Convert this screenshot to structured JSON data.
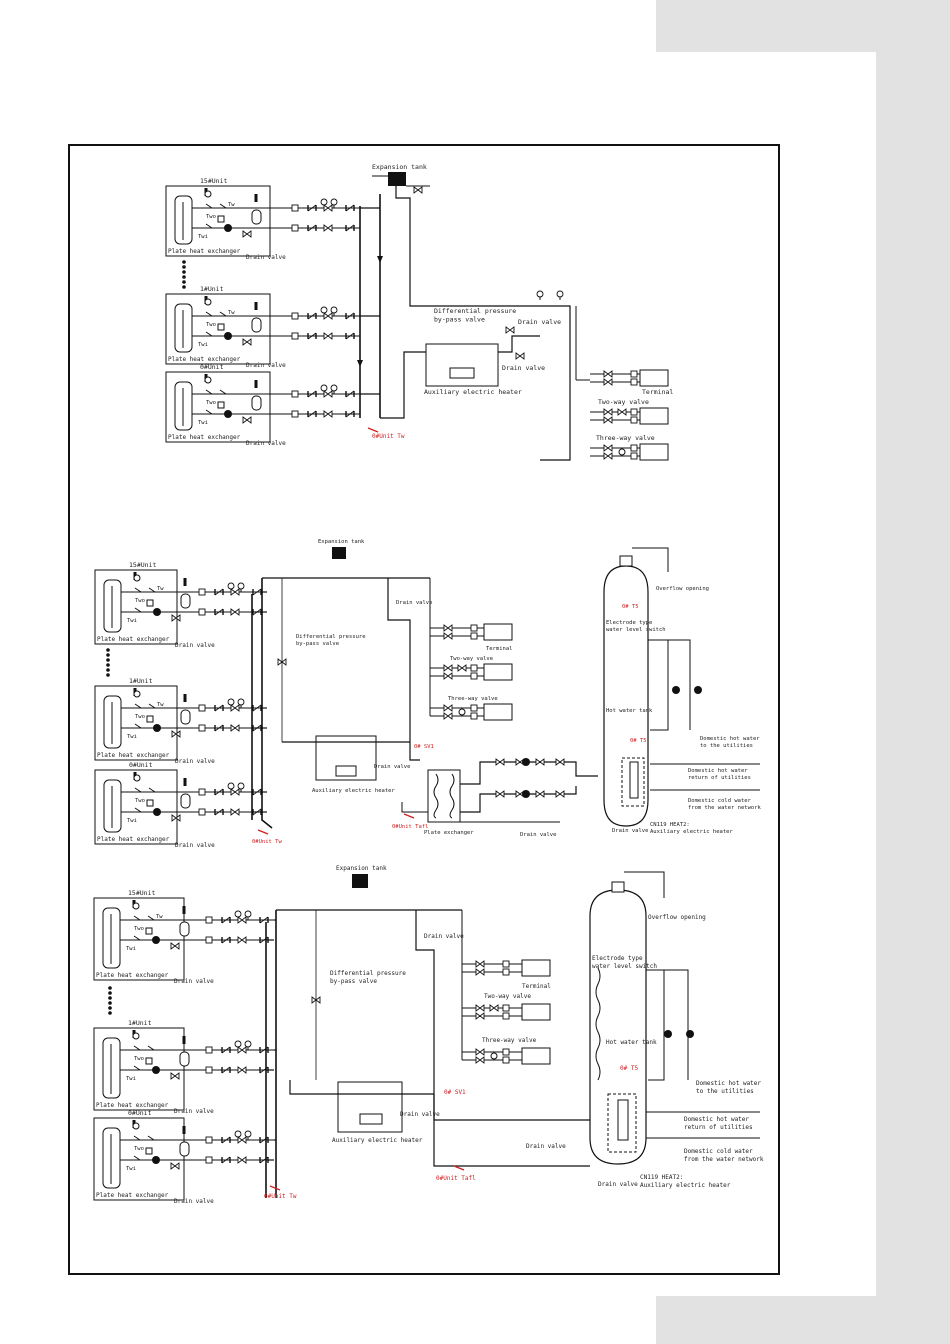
{
  "diagrams": [
    {
      "units": [
        {
          "name": "15#Unit",
          "exchanger": "Plate heat exchanger",
          "twi": "Twi",
          "two": "Two",
          "tw": "Tw",
          "drain": "Drain valve"
        },
        {
          "name": "1#Unit",
          "exchanger": "Plate heat exchanger",
          "twi": "Twi",
          "two": "Two",
          "tw": "Tw",
          "drain": "Drain valve"
        },
        {
          "name": "0#Unit",
          "exchanger": "Plate heat exchanger",
          "twi": "Twi",
          "two": "Two",
          "tw": "",
          "drain": "Drain valve"
        }
      ],
      "expansion_tank": "Expansion tank",
      "bypass_valve": "Differential pressure\nby-pass valve",
      "drain_valve_1": "Drain valve",
      "drain_valve_2": "Drain valve",
      "aux_heater": "Auxiliary electric heater",
      "terminal": "Terminal",
      "two_way_valve": "Two-way valve",
      "three_way_valve": "Three-way valve",
      "unit_tw": "0#Unit Tw"
    },
    {
      "units": [
        {
          "name": "15#Unit",
          "exchanger": "Plate heat exchanger",
          "twi": "Twi",
          "two": "Two",
          "tw": "Tw",
          "drain": "Drain valve"
        },
        {
          "name": "1#Unit",
          "exchanger": "Plate heat exchanger",
          "twi": "Twi",
          "two": "Two",
          "tw": "Tw",
          "drain": "Drain valve"
        },
        {
          "name": "0#Unit",
          "exchanger": "Plate heat exchanger",
          "twi": "Twi",
          "two": "Two",
          "tw": "",
          "drain": "Drain valve"
        }
      ],
      "expansion_tank": "Expansion tank",
      "bypass_valve": "Differential pressure\nby-pass valve",
      "drain_valve_1": "Drain valve",
      "drain_valve_2": "Drain valve",
      "drain_valve_3": "Drain valve",
      "drain_valve_4": "Drain valve",
      "aux_heater": "Auxiliary electric heater",
      "terminal": "Terminal",
      "two_way_valve": "Two-way valve",
      "three_way_valve": "Three-way valve",
      "unit_tw": "0#Unit Tw",
      "sv1": "0# SV1",
      "unit_tafl": "0#Unit Tafl",
      "plate_exchanger": "Plate exchanger",
      "overflow": "Overflow opening",
      "t5": "0# T5",
      "t5_2": "0# T5",
      "level_switch": "Electrode type\nwater level switch",
      "hot_water_tank": "Hot water tank",
      "dhw_to_utilities": "Domestic  hot water\nto the utilities",
      "dhw_return": "Domestic hot water\nreturn of utilities",
      "dcw_from_network": "Domestic  cold water\nfrom the water network",
      "heat2": "CN119 HEAT2:\nAuxiliary electric heater"
    },
    {
      "units": [
        {
          "name": "15#Unit",
          "exchanger": "Plate heat exchanger",
          "twi": "Twi",
          "two": "Two",
          "tw": "Tw",
          "drain": "Drain valve"
        },
        {
          "name": "1#Unit",
          "exchanger": "Plate heat exchanger",
          "twi": "Twi",
          "two": "Two",
          "tw": "",
          "drain": "Drain valve"
        },
        {
          "name": "0#Unit",
          "exchanger": "Plate heat exchanger",
          "twi": "Twi",
          "two": "Two",
          "tw": "",
          "drain": "Drain valve"
        }
      ],
      "expansion_tank": "Expansion tank",
      "bypass_valve": "Differential pressure\nby-pass valve",
      "drain_valve_1": "Drain valve",
      "drain_valve_2": "Drain valve",
      "drain_valve_3": "Drain valve",
      "drain_valve_4": "Drain valve",
      "aux_heater": "Auxiliary electric heater",
      "terminal": "Terminal",
      "two_way_valve": "Two-way valve",
      "three_way_valve": "Three-way valve",
      "unit_tw": "0#Unit Tw",
      "sv1": "0# SV1",
      "unit_tafl": "0#Unit Tafl",
      "overflow": "Overflow opening",
      "t5": "0# T5",
      "level_switch": "Electrode type\nwater level switch",
      "hot_water_tank": "Hot water tank",
      "dhw_to_utilities": "Domestic  hot water\nto the utilities",
      "dhw_return": "Domestic hot water\nreturn of utilities",
      "dcw_from_network": "Domestic  cold water\nfrom the water network",
      "heat2": "CN119 HEAT2:\nAuxiliary electric heater"
    }
  ],
  "colors": {
    "line": "#111111",
    "red_label": "#d02020",
    "margin_gray": "#e2e2e2"
  }
}
